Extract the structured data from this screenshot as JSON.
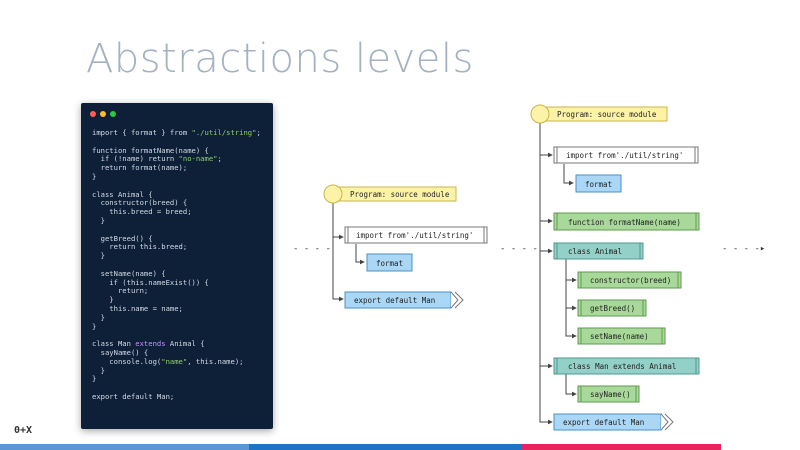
{
  "slide": {
    "title": "Abstractions levels",
    "logo": "0+X",
    "footer_colors": [
      "#5b95d3",
      "#1f73c4",
      "#e8245c"
    ]
  },
  "window": {
    "dot_colors": [
      "#ff5f57",
      "#febc2e",
      "#28c840"
    ]
  },
  "code": {
    "lines": [
      [
        [
          "import { format } from ",
          ""
        ],
        [
          "\"./util/string\"",
          "str"
        ],
        [
          ";",
          ""
        ]
      ],
      [],
      [
        [
          "function formatName(name) {",
          ""
        ]
      ],
      [
        [
          "  if (!name) return ",
          ""
        ],
        [
          "\"no-name\"",
          "str"
        ],
        [
          ";",
          ""
        ]
      ],
      [
        [
          "  return format(name);",
          ""
        ]
      ],
      [
        [
          "}",
          ""
        ]
      ],
      [],
      [
        [
          "class Animal {",
          ""
        ]
      ],
      [
        [
          "  constructor(breed) {",
          ""
        ]
      ],
      [
        [
          "    this.breed = breed;",
          ""
        ]
      ],
      [
        [
          "  }",
          ""
        ]
      ],
      [],
      [
        [
          "  getBreed() {",
          ""
        ]
      ],
      [
        [
          "    return this.breed;",
          ""
        ]
      ],
      [
        [
          "  }",
          ""
        ]
      ],
      [],
      [
        [
          "  setName(name) {",
          ""
        ]
      ],
      [
        [
          "    if (this.nameExist()) {",
          ""
        ]
      ],
      [
        [
          "      return;",
          ""
        ]
      ],
      [
        [
          "    }",
          ""
        ]
      ],
      [
        [
          "    this.name = name;",
          ""
        ]
      ],
      [
        [
          "  }",
          ""
        ]
      ],
      [
        [
          "}",
          ""
        ]
      ],
      [],
      [
        [
          "class Man ",
          ""
        ],
        [
          "extends",
          "kw"
        ],
        [
          " Animal {",
          ""
        ]
      ],
      [
        [
          "  sayName() {",
          ""
        ]
      ],
      [
        [
          "    console.log(",
          ""
        ],
        [
          "\"name\"",
          "str"
        ],
        [
          ", this.name);",
          ""
        ]
      ],
      [
        [
          "  }",
          ""
        ]
      ],
      [
        [
          "}",
          ""
        ]
      ],
      [],
      [
        [
          "export default Man;",
          ""
        ]
      ]
    ]
  },
  "arrows": [
    "- - - -",
    "- - - -",
    "- - - -▸"
  ],
  "tree_small": {
    "root": "Program: source module",
    "import": "import from'./util/string'",
    "format": "format",
    "export": "export default Man"
  },
  "tree_large": {
    "root": "Program: source module",
    "import": "import from'./util/string'",
    "format": "format",
    "function": "function formatName(name)",
    "class_animal": "class Animal",
    "constructor": "constructor(breed)",
    "getbreed": "getBreed()",
    "setname": "setName(name)",
    "class_man": "class Man extends Animal",
    "sayname": "sayName()",
    "export": "export default Man"
  },
  "colors": {
    "root_fill": "#fdf3a8",
    "root_stroke": "#c9b54a",
    "blue_fill": "#a9d7f5",
    "blue_stroke": "#4a90c6",
    "green_fill": "#a9d99a",
    "green_stroke": "#5f9a52",
    "teal_fill": "#92d0c8",
    "teal_stroke": "#4f9890"
  }
}
